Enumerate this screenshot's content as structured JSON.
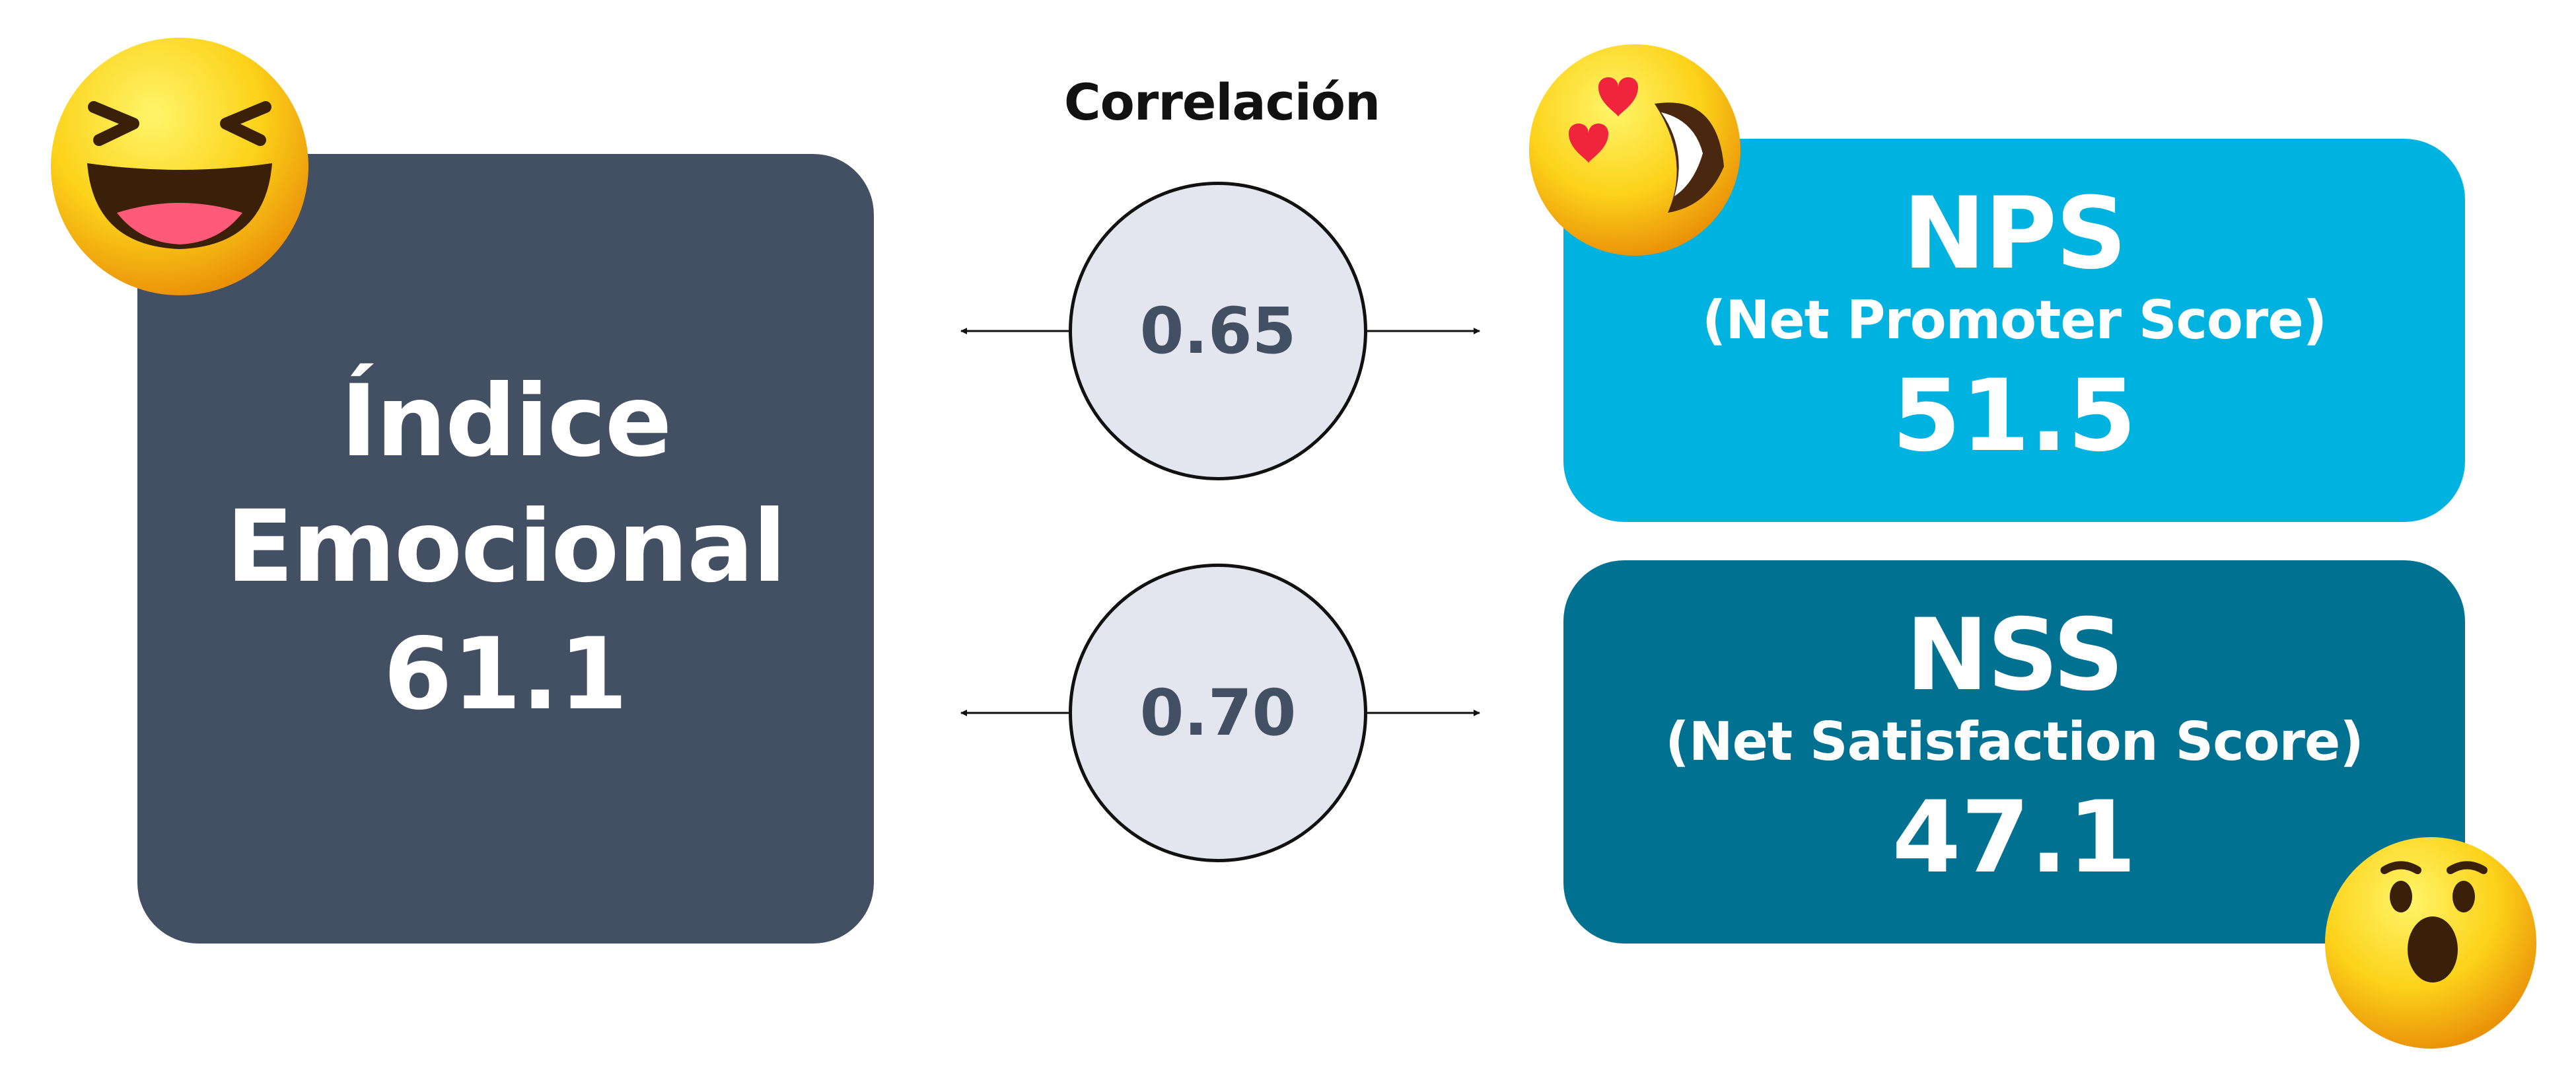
{
  "correlation": {
    "title": "Correlación",
    "values": [
      "0.65",
      "0.70"
    ]
  },
  "emotional_index": {
    "label_line1": "Índice",
    "label_line2": "Emocional",
    "value": "61.1",
    "color": "#434f62"
  },
  "nps": {
    "abbr": "NPS",
    "full_name": "(Net Promoter Score)",
    "value": "51.5",
    "color": "#00b2e0"
  },
  "nss": {
    "abbr": "NSS",
    "full_name": "(Net Satisfaction Score)",
    "value": "47.1",
    "color": "#007190"
  },
  "icons": [
    "laughing-emoji-icon",
    "heart-eyes-emoji-icon",
    "surprised-emoji-icon"
  ]
}
